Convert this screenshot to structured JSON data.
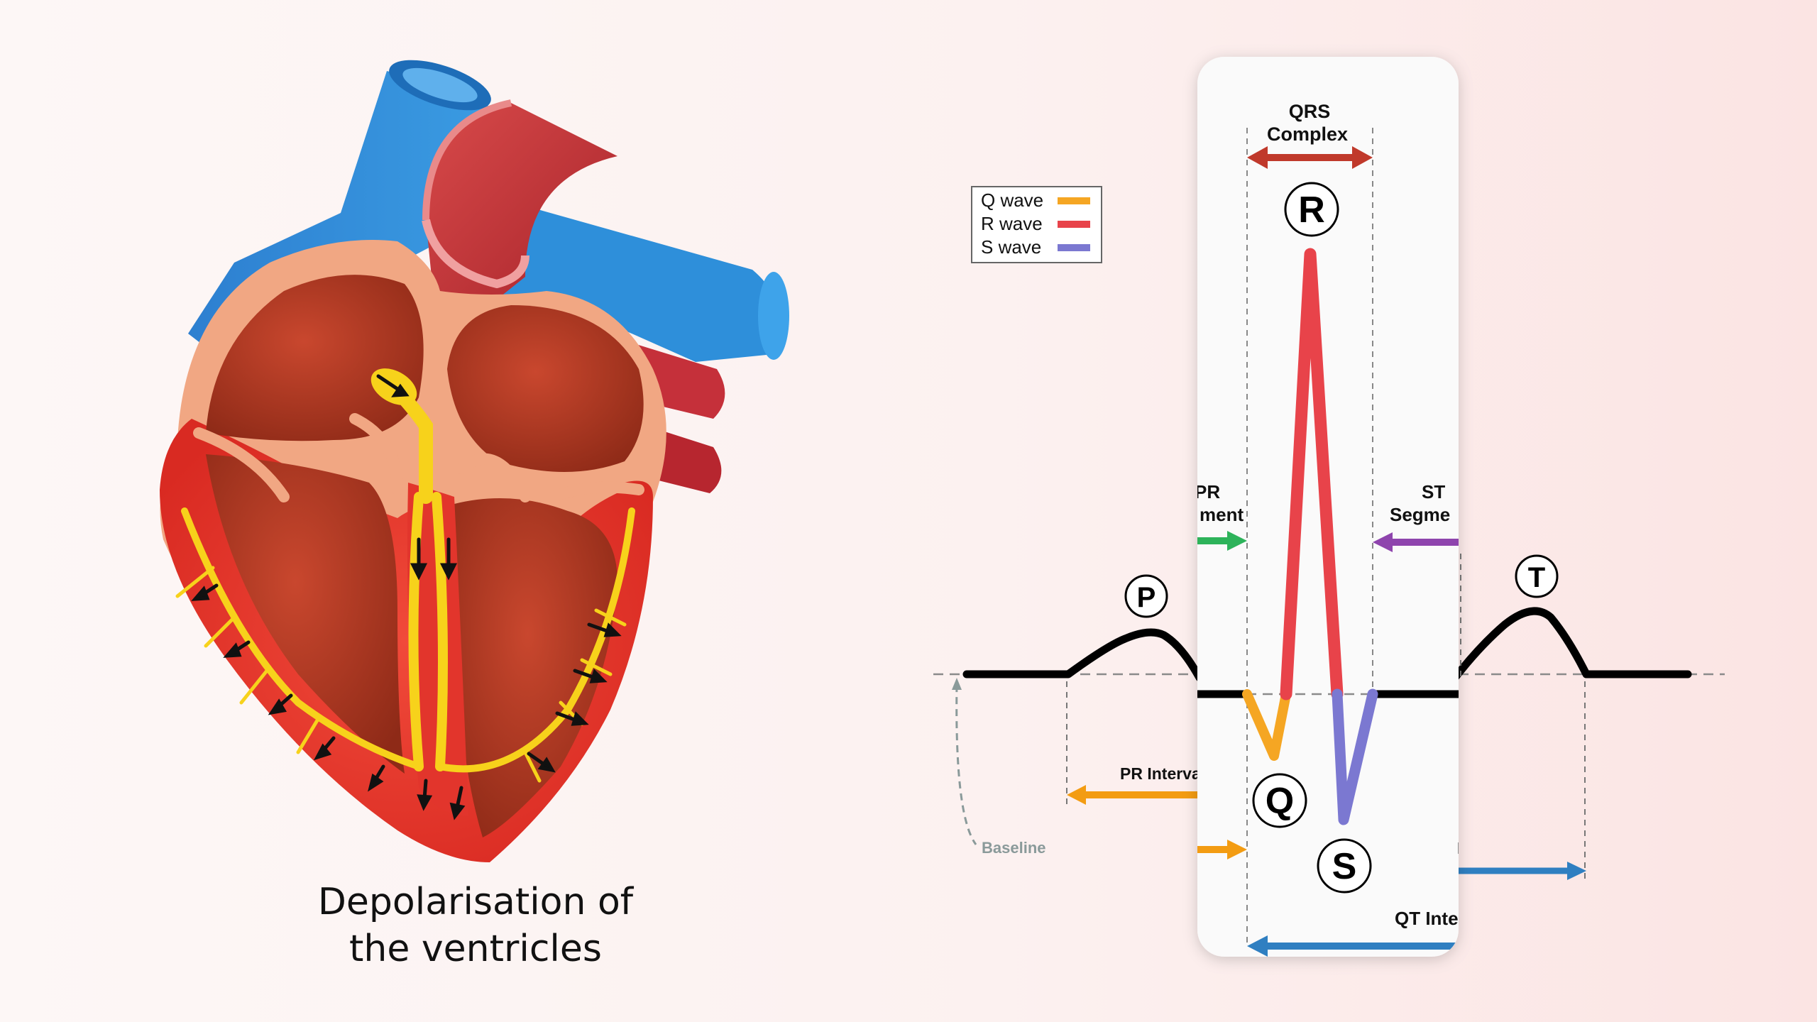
{
  "caption": {
    "line1": "Depolarisation of",
    "line2": "the ventricles"
  },
  "ecg": {
    "legend": [
      {
        "label": "Q wave",
        "color": "#f5a623"
      },
      {
        "label": "R wave",
        "color": "#e8434a"
      },
      {
        "label": "S wave",
        "color": "#7b78d1"
      }
    ],
    "wave_labels": {
      "p": "P",
      "q": "Q",
      "r": "R",
      "s": "S",
      "t": "T"
    },
    "qrs_label_1": "QRS",
    "qrs_label_2": "Complex",
    "pr_segment_1": "PR",
    "pr_segment_2": "ment",
    "st_segment_1": "ST",
    "st_segment_2": "Segme",
    "pr_interval": "PR Interva",
    "qt_interval": "QT Inte",
    "qt_fragment": "l",
    "baseline": "Baseline",
    "colors": {
      "pr_segment": "#2db35a",
      "st_segment": "#8e44ad",
      "pr_interval": "#f39c12",
      "qt_interval": "#2f7fc1",
      "qrs_complex": "#c0392b",
      "trace": "#000000"
    }
  },
  "heart": {
    "conduction_icons": [
      "arrow-icon"
    ]
  }
}
